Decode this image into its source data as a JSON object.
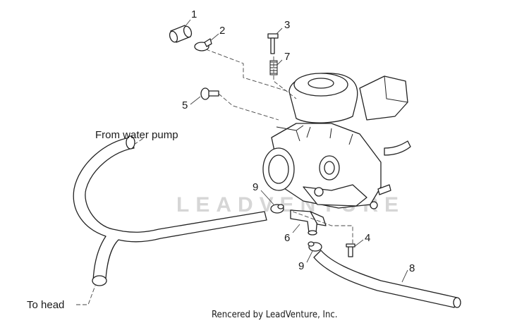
{
  "callouts": [
    {
      "id": "1",
      "text": "1"
    },
    {
      "id": "2",
      "text": "2"
    },
    {
      "id": "3",
      "text": "3"
    },
    {
      "id": "4",
      "text": "4"
    },
    {
      "id": "5",
      "text": "5"
    },
    {
      "id": "6",
      "text": "6"
    },
    {
      "id": "7",
      "text": "7"
    },
    {
      "id": "8",
      "text": "8"
    },
    {
      "id": "9a",
      "text": "9"
    },
    {
      "id": "9b",
      "text": "9"
    }
  ],
  "labels": {
    "from_water_pump": "From water pump",
    "to_head": "To head"
  },
  "watermark": "LEADVENTURE",
  "footer": "Rencered by LeadVenture, Inc."
}
